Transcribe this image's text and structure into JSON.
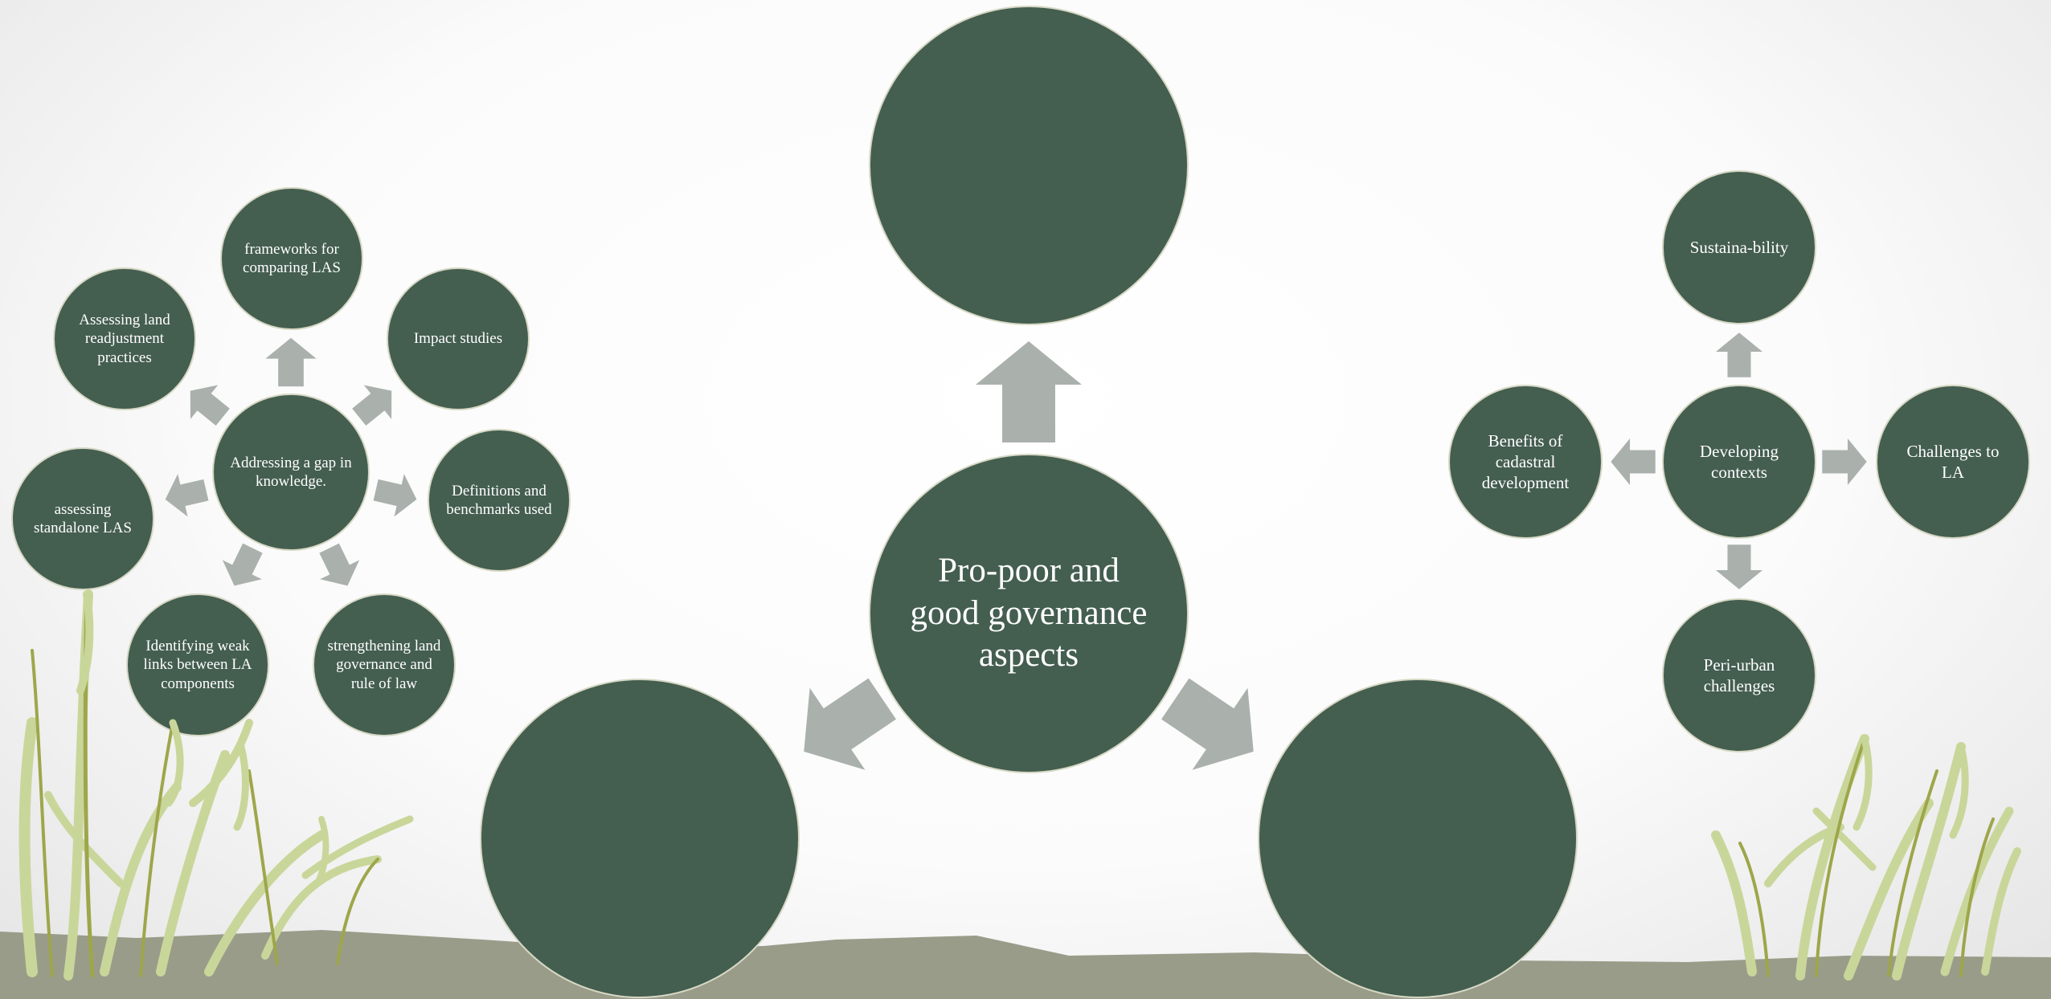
{
  "center": {
    "label": "Pro-poor and good governance aspects"
  },
  "left_cluster": {
    "hub": "Addressing a gap in knowledge.",
    "satellites": [
      "frameworks for comparing LAS",
      "Impact studies",
      "Definitions and benchmarks used",
      "strengthening land governance and rule of law",
      "Identifying weak links between LA components",
      "assessing standalone LAS",
      "Assessing land readjustment practices"
    ]
  },
  "right_cluster": {
    "hub": "Developing contexts",
    "top": "Sustaina-bility",
    "right": "Challenges to LA",
    "bottom": "Peri-urban challenges",
    "left": "Benefits of cadastral development"
  },
  "colors": {
    "circle_fill": "#445e50",
    "circle_border": "#d6d8c4",
    "arrow": "#aab1ad",
    "ground": "#9a9c8a",
    "grass_light": "#c9d69a",
    "grass_dark": "#9ea64a"
  }
}
